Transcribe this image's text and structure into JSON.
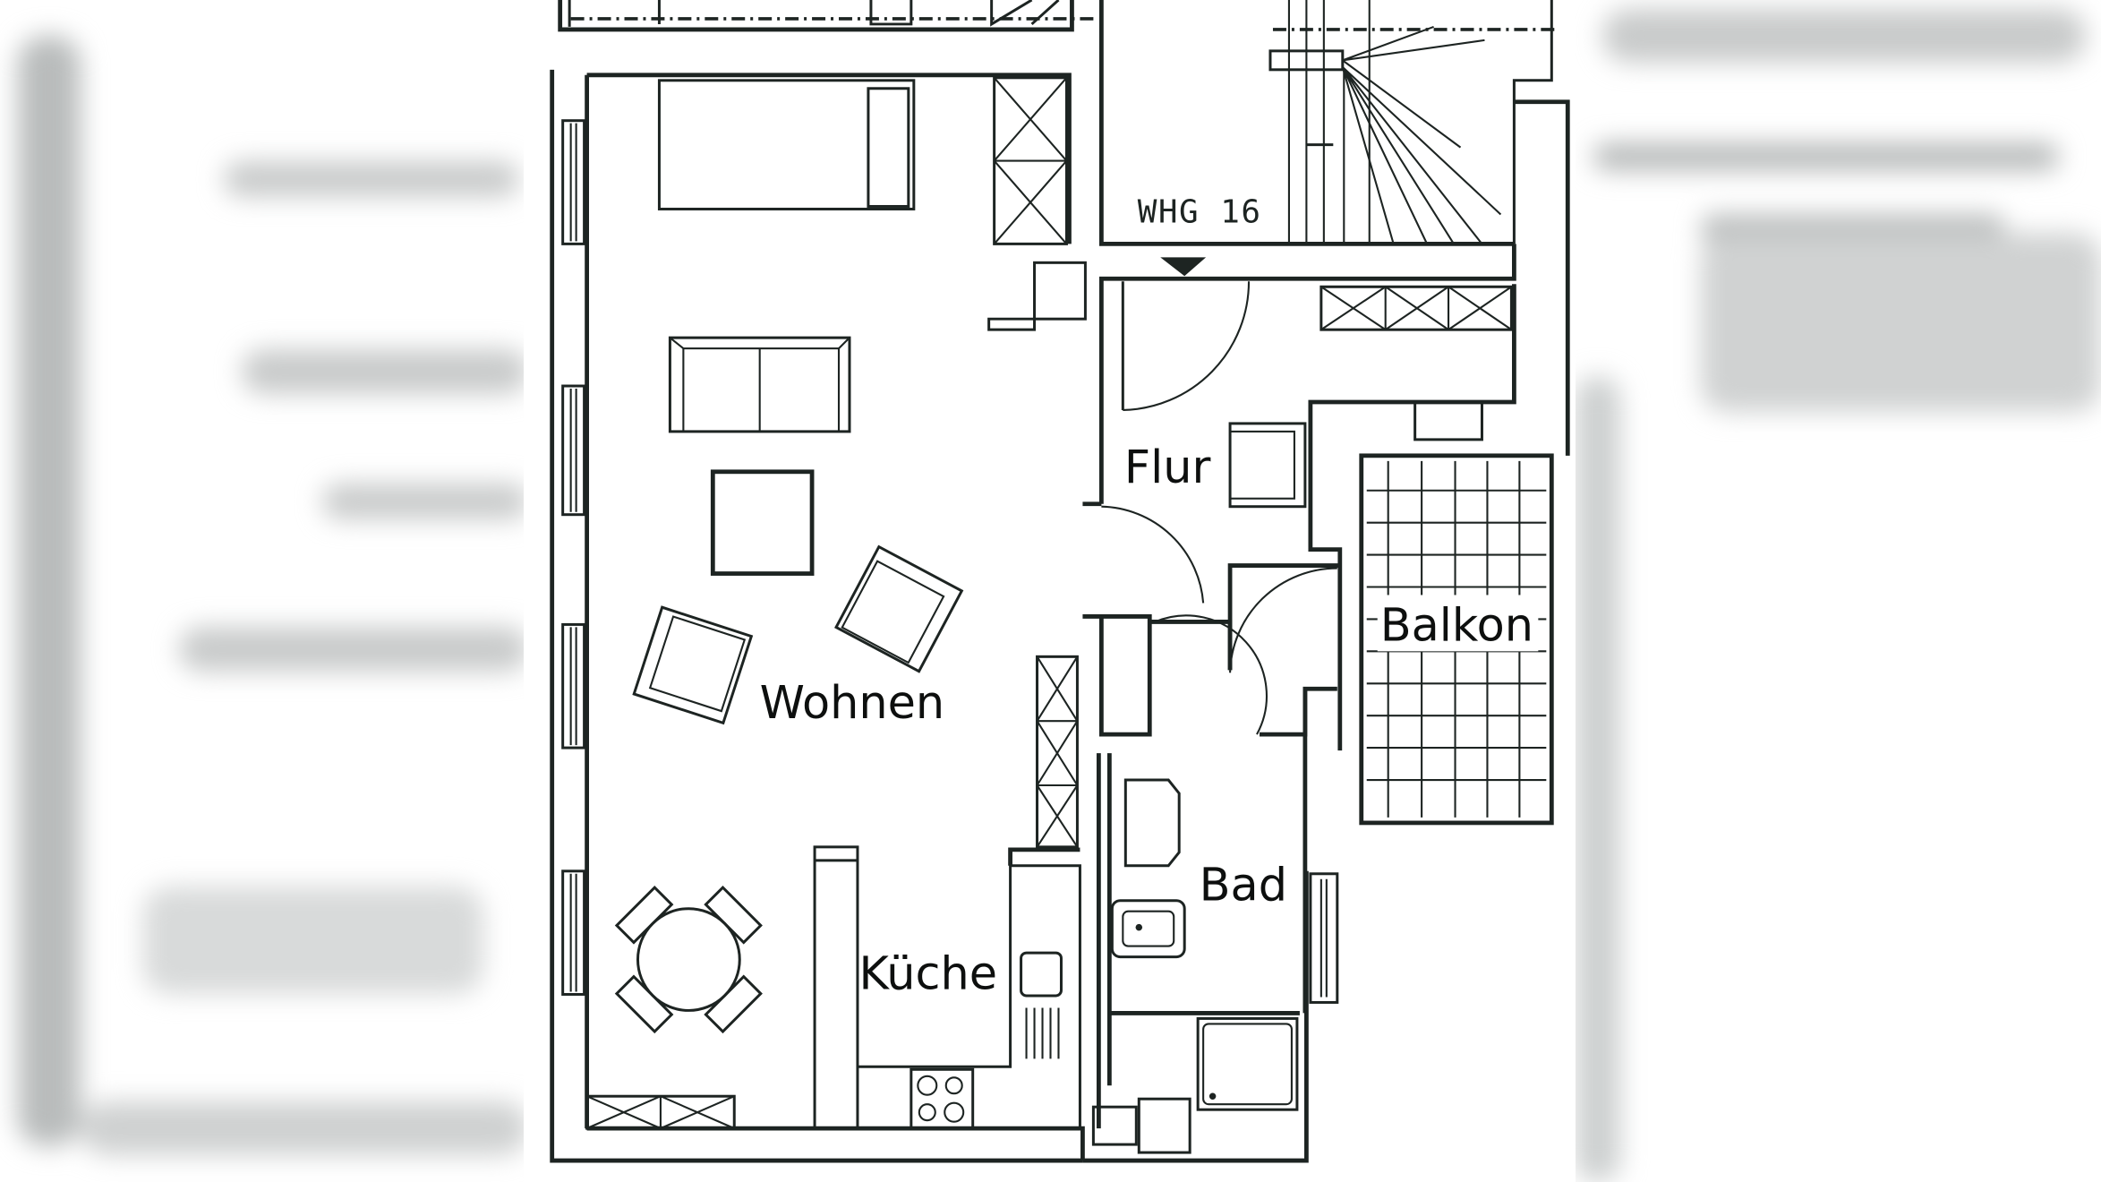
{
  "plan": {
    "unit_label": "WHG 16",
    "rooms": [
      {
        "id": "wohnen",
        "label": "Wohnen"
      },
      {
        "id": "flur",
        "label": "Flur"
      },
      {
        "id": "balkon",
        "label": "Balkon"
      },
      {
        "id": "bad",
        "label": "Bad"
      },
      {
        "id": "kueche",
        "label": "Küche"
      }
    ]
  },
  "colors": {
    "line": "#1d2422",
    "paper": "#ffffff",
    "blurred_background": "#c9cbcb"
  }
}
